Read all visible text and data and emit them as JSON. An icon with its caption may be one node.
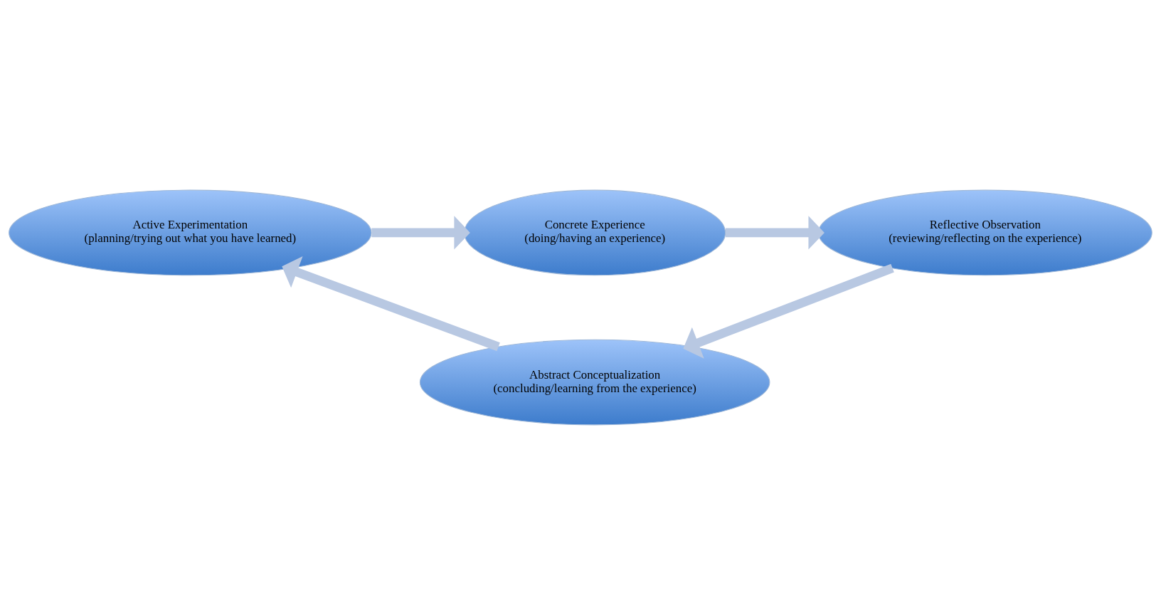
{
  "diagram": {
    "nodes": [
      {
        "text": [
          "Concrete Experience",
          "(doing/having an experience)"
        ]
      },
      {
        "text": [
          "Reflective Observation",
          "(reviewing/reflecting on the experience)"
        ]
      },
      {
        "text": [
          "Abstract Conceptualization",
          "(concluding/learning from the experience)"
        ]
      },
      {
        "text": [
          "Active Experimentation",
          "(planning/trying out what you have learned)"
        ]
      }
    ],
    "edges": [
      {
        "from": 0,
        "to": 1,
        "arrow": "to"
      },
      {
        "from": 1,
        "to": 2,
        "arrow": "to"
      },
      {
        "from": 2,
        "to": 3,
        "arrow": "to"
      },
      {
        "from": 3,
        "to": 0,
        "arrow": "to"
      }
    ]
  }
}
